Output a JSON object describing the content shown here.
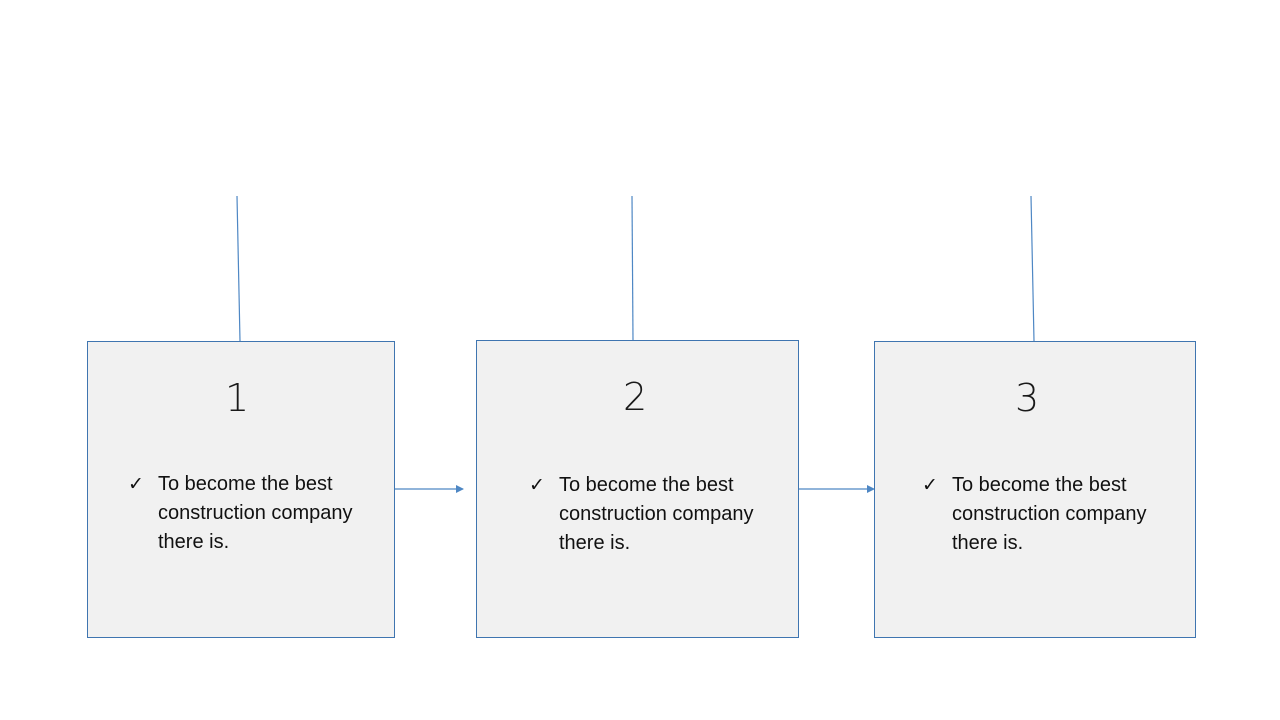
{
  "slide": {
    "accent_color": "#4e87c4",
    "box_fill": "#f1f1f1",
    "box_border": "#3f75b0",
    "steps": [
      {
        "number": "1",
        "check_icon": "check-mark-icon",
        "text": "To become the best construction company there is."
      },
      {
        "number": "2",
        "check_icon": "check-mark-icon",
        "text": "To become the best construction company there is."
      },
      {
        "number": "3",
        "check_icon": "check-mark-icon",
        "text": "To become the best construction company there is."
      }
    ],
    "check_glyph": "✓"
  }
}
